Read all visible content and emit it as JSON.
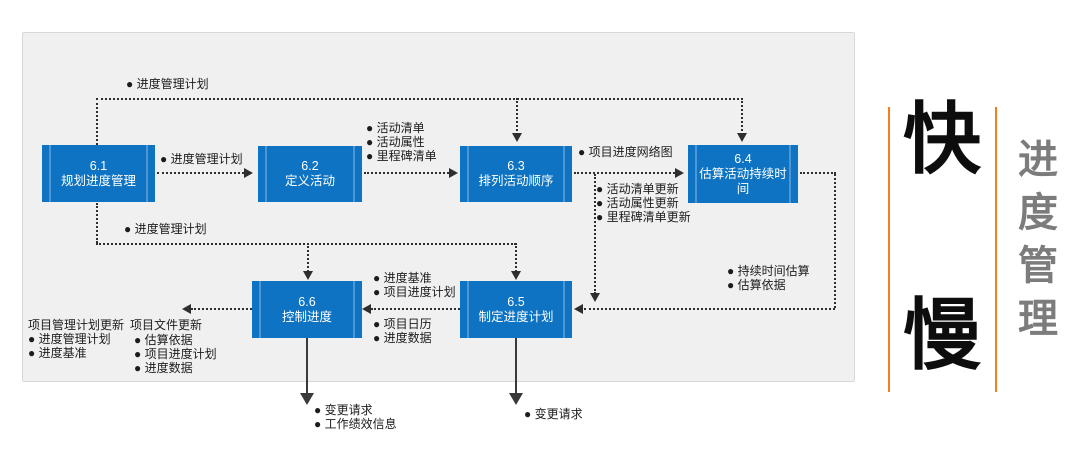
{
  "diagram_title": "进度管理",
  "processes": [
    {
      "id": "6.1",
      "name": "规划进度管理"
    },
    {
      "id": "6.2",
      "name": "定义活动"
    },
    {
      "id": "6.3",
      "name": "排列活动顺序"
    },
    {
      "id": "6.4",
      "name": "估算活动持续时间"
    },
    {
      "id": "6.5",
      "name": "制定进度计划"
    },
    {
      "id": "6.6",
      "name": "控制进度"
    }
  ],
  "flow_labels": {
    "top_plan": "● 进度管理计划",
    "plan_61_62": "● 进度管理计划",
    "outputs_62": [
      "● 活动清单",
      "● 活动属性",
      "● 里程碑清单"
    ],
    "network_63_64": "● 项目进度网络图",
    "updates_63": [
      "● 活动清单更新",
      "● 活动属性更新",
      "● 里程碑清单更新"
    ],
    "plan_lower": "● 进度管理计划",
    "outputs_64": [
      "● 持续时间估算",
      "● 估算依据"
    ],
    "outputs_65_upper": [
      "● 进度基准",
      "● 项目进度计划"
    ],
    "outputs_65_lower": [
      "● 项目日历",
      "● 进度数据"
    ],
    "plan_updates_title": "项目管理计划更新",
    "plan_updates": [
      "● 进度管理计划",
      "● 进度基准"
    ],
    "doc_updates_title": "项目文件更新",
    "doc_updates": [
      "● 估算依据",
      "● 项目进度计划",
      "● 进度数据"
    ],
    "outputs_66_bottom": [
      "● 变更请求",
      "● 工作绩效信息"
    ],
    "outputs_65_bottom": [
      "● 变更请求"
    ]
  },
  "side": {
    "fast": "快",
    "slow": "慢",
    "vertical_title": "进度管理"
  },
  "colors": {
    "process_fill": "#0D73C2",
    "process_stripe": "#4E97D3",
    "panel_fill": "#F0F0F0",
    "panel_border": "#D8D8D8",
    "connector": "#2E2E2E",
    "accent_orange": "#F57E20",
    "vertical_title_gray": "#7C7C7C"
  }
}
